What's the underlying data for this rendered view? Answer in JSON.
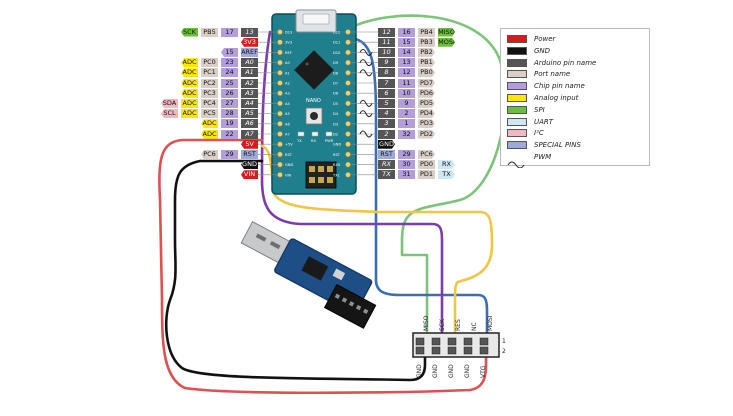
{
  "colors": {
    "power": "#d81b1b",
    "gnd": "#111111",
    "arduino": "#555555",
    "port": "#d9cfc7",
    "chip": "#b39ddb",
    "analog": "#ffe600",
    "spi": "#6abf3a",
    "uart": "#cde8f5",
    "i2c": "#f3b6c2",
    "special": "#9fa8da",
    "board": "#1f7f8c",
    "wire_green": "#7cc47a",
    "wire_blue": "#3a6fb5",
    "wire_purple": "#7d3cae",
    "wire_yellow": "#f2c447",
    "wire_black": "#111111",
    "wire_red": "#e05050"
  },
  "legend": [
    {
      "label": "Power",
      "color": "power"
    },
    {
      "label": "GND",
      "color": "gnd"
    },
    {
      "label": "Arduino pin name",
      "color": "arduino"
    },
    {
      "label": "Port name",
      "color": "port"
    },
    {
      "label": "Chip pin name",
      "color": "chip"
    },
    {
      "label": "Analog input",
      "color": "analog"
    },
    {
      "label": "SPI",
      "color": "spi"
    },
    {
      "label": "UART",
      "color": "uart"
    },
    {
      "label": "I²C",
      "color": "i2c"
    },
    {
      "label": "SPECIAL PINS",
      "color": "special"
    },
    {
      "label": "PWM",
      "color": "pwm"
    }
  ],
  "left_pins": [
    [
      {
        "t": "SCK",
        "c": "spi"
      },
      {
        "t": "PB5",
        "c": "port"
      },
      {
        "t": "17",
        "c": "chip"
      },
      {
        "t": "13",
        "c": "arduino"
      }
    ],
    [
      {
        "t": "3V3",
        "c": "power"
      }
    ],
    [
      {
        "t": "15",
        "c": "chip"
      },
      {
        "t": "AREF",
        "c": "special"
      }
    ],
    [
      {
        "t": "ADC",
        "c": "analog"
      },
      {
        "t": "PC0",
        "c": "port"
      },
      {
        "t": "23",
        "c": "chip"
      },
      {
        "t": "A0",
        "c": "arduino"
      }
    ],
    [
      {
        "t": "ADC",
        "c": "analog"
      },
      {
        "t": "PC1",
        "c": "port"
      },
      {
        "t": "24",
        "c": "chip"
      },
      {
        "t": "A1",
        "c": "arduino"
      }
    ],
    [
      {
        "t": "ADC",
        "c": "analog"
      },
      {
        "t": "PC2",
        "c": "port"
      },
      {
        "t": "25",
        "c": "chip"
      },
      {
        "t": "A2",
        "c": "arduino"
      }
    ],
    [
      {
        "t": "ADC",
        "c": "analog"
      },
      {
        "t": "PC3",
        "c": "port"
      },
      {
        "t": "26",
        "c": "chip"
      },
      {
        "t": "A3",
        "c": "arduino"
      }
    ],
    [
      {
        "t": "SDA",
        "c": "i2c"
      },
      {
        "t": "ADC",
        "c": "analog"
      },
      {
        "t": "PC4",
        "c": "port"
      },
      {
        "t": "27",
        "c": "chip"
      },
      {
        "t": "A4",
        "c": "arduino"
      }
    ],
    [
      {
        "t": "SCL",
        "c": "i2c"
      },
      {
        "t": "ADC",
        "c": "analog"
      },
      {
        "t": "PC5",
        "c": "port"
      },
      {
        "t": "28",
        "c": "chip"
      },
      {
        "t": "A5",
        "c": "arduino"
      }
    ],
    [
      {
        "t": "ADC",
        "c": "analog"
      },
      {
        "t": "19",
        "c": "chip"
      },
      {
        "t": "A6",
        "c": "arduino"
      }
    ],
    [
      {
        "t": "ADC",
        "c": "analog"
      },
      {
        "t": "22",
        "c": "chip"
      },
      {
        "t": "A7",
        "c": "arduino"
      }
    ],
    [
      {
        "t": "5V",
        "c": "power"
      }
    ],
    [
      {
        "t": "PC6",
        "c": "port"
      },
      {
        "t": "29",
        "c": "chip"
      },
      {
        "t": "RST",
        "c": "special"
      }
    ],
    [
      {
        "t": "GND",
        "c": "gnd"
      }
    ],
    [
      {
        "t": "VIN",
        "c": "power"
      }
    ]
  ],
  "right_pins": [
    [
      {
        "t": "12",
        "c": "arduino"
      },
      {
        "t": "16",
        "c": "chip"
      },
      {
        "t": "PB4",
        "c": "port"
      },
      {
        "t": "MISO",
        "c": "spi"
      }
    ],
    [
      {
        "t": "11",
        "c": "arduino"
      },
      {
        "t": "15",
        "c": "chip"
      },
      {
        "t": "PB3",
        "c": "port"
      },
      {
        "t": "MOSI",
        "c": "spi"
      }
    ],
    [
      {
        "t": "10",
        "c": "arduino"
      },
      {
        "t": "14",
        "c": "chip"
      },
      {
        "t": "PB2",
        "c": "port"
      }
    ],
    [
      {
        "t": "9",
        "c": "arduino"
      },
      {
        "t": "13",
        "c": "chip"
      },
      {
        "t": "PB1",
        "c": "port"
      }
    ],
    [
      {
        "t": "8",
        "c": "arduino"
      },
      {
        "t": "12",
        "c": "chip"
      },
      {
        "t": "PB0",
        "c": "port"
      }
    ],
    [
      {
        "t": "7",
        "c": "arduino"
      },
      {
        "t": "11",
        "c": "chip"
      },
      {
        "t": "PD7",
        "c": "port"
      }
    ],
    [
      {
        "t": "6",
        "c": "arduino"
      },
      {
        "t": "10",
        "c": "chip"
      },
      {
        "t": "PD6",
        "c": "port"
      }
    ],
    [
      {
        "t": "5",
        "c": "arduino"
      },
      {
        "t": "9",
        "c": "chip"
      },
      {
        "t": "PD5",
        "c": "port"
      }
    ],
    [
      {
        "t": "4",
        "c": "arduino"
      },
      {
        "t": "2",
        "c": "chip"
      },
      {
        "t": "PD4",
        "c": "port"
      }
    ],
    [
      {
        "t": "3",
        "c": "arduino"
      },
      {
        "t": "1",
        "c": "chip"
      },
      {
        "t": "PD3",
        "c": "port"
      }
    ],
    [
      {
        "t": "2",
        "c": "arduino"
      },
      {
        "t": "32",
        "c": "chip"
      },
      {
        "t": "PD2",
        "c": "port"
      }
    ],
    [
      {
        "t": "GND",
        "c": "gnd"
      }
    ],
    [
      {
        "t": "RST",
        "c": "special"
      },
      {
        "t": "29",
        "c": "chip"
      },
      {
        "t": "PC6",
        "c": "port"
      }
    ],
    [
      {
        "t": "RX",
        "c": "arduino"
      },
      {
        "t": "30",
        "c": "chip"
      },
      {
        "t": "PD0",
        "c": "port"
      },
      {
        "t": "RX",
        "c": "uart"
      }
    ],
    [
      {
        "t": "TX",
        "c": "arduino"
      },
      {
        "t": "31",
        "c": "chip"
      },
      {
        "t": "PD1",
        "c": "port"
      },
      {
        "t": "TX",
        "c": "uart"
      }
    ]
  ],
  "pwm_rows": [
    2,
    3,
    4,
    7,
    8,
    10
  ],
  "board": {
    "label": "NANO",
    "left_pin_names": [
      "D13",
      "3V3",
      "REF",
      "A0",
      "A1",
      "A2",
      "A3",
      "A4",
      "A5",
      "A6",
      "A7",
      "+5V",
      "RST",
      "GND",
      "VIN"
    ],
    "right_pin_names": [
      "D12",
      "D11",
      "D10",
      "D9",
      "D8",
      "D7",
      "D6",
      "D5",
      "D4",
      "D3",
      "D2",
      "GND",
      "RST",
      "RX0",
      "TX1"
    ],
    "led_labels": [
      "TX",
      "RX",
      "PWR"
    ]
  },
  "isp_header": {
    "top_labels": [
      "MISO",
      "SCK",
      "RES",
      "MOSI"
    ],
    "bottom_labels": [
      "GND",
      "GND",
      "GND",
      "GND",
      "VTG"
    ],
    "mid_label": "NC",
    "row_numbers": [
      "1",
      "2"
    ]
  }
}
